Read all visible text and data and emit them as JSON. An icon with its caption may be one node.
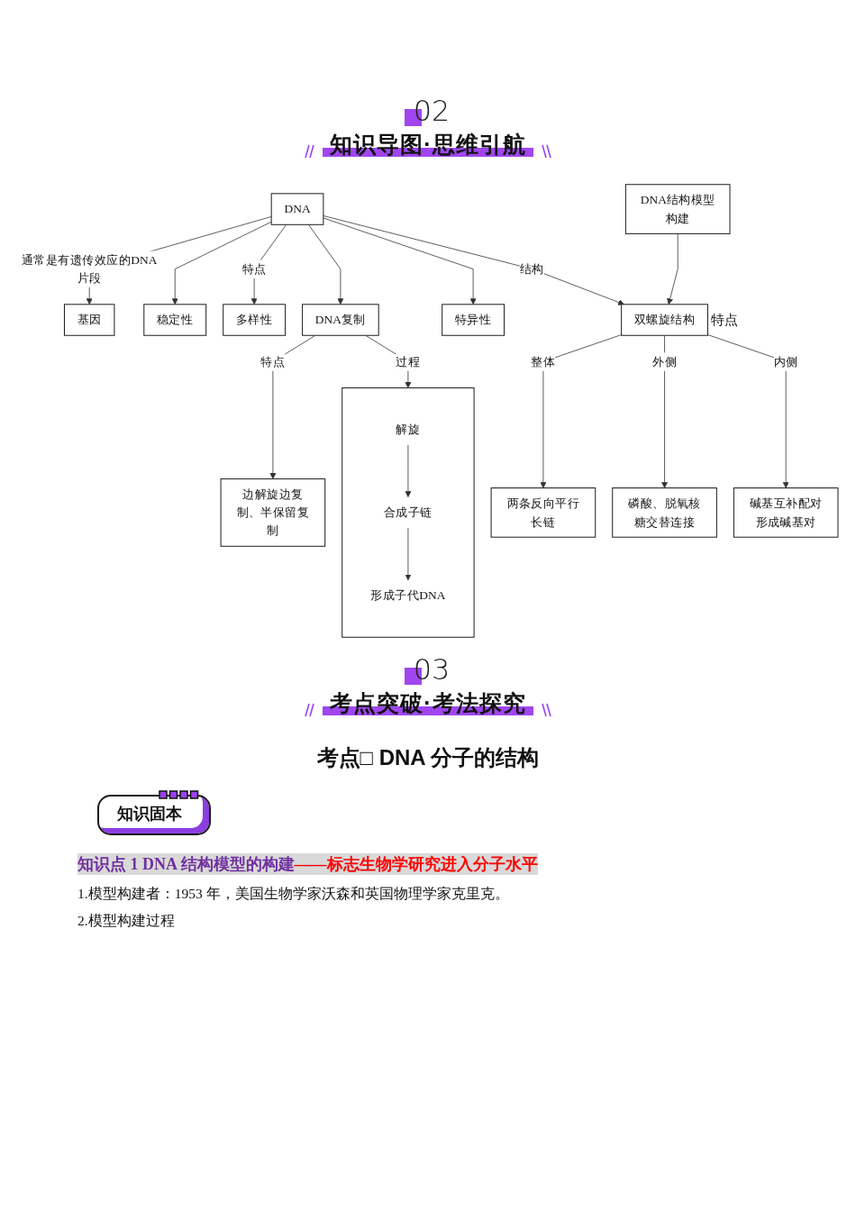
{
  "diagram": {
    "title": "知识导图·思维引航",
    "nodes": [
      {
        "text": [
          "基因"
        ]
      },
      {
        "text": [
          "边解旋边复制、半保留复制"
        ]
      },
      {
        "text": [
          "稳定性"
        ]
      },
      {
        "text": [
          "多样性"
        ]
      },
      {
        "text": [
          "DNA"
        ]
      },
      {
        "text": [
          "DNA复制"
        ]
      },
      {
        "text": [
          "特异性"
        ]
      },
      {
        "text": [
          "双螺旋结构"
        ]
      },
      {
        "text": [],
        "shape": "box"
      },
      {
        "text": [
          "解旋"
        ],
        "in": 8
      },
      {
        "text": [
          "合成子链"
        ],
        "in": 8
      },
      {
        "text": [
          "形成子代DNA"
        ],
        "in": 8
      },
      {
        "text": [
          "DNA结构模型构建"
        ]
      },
      {
        "text": [
          "两条反向平行长链"
        ]
      },
      {
        "text": [
          "磷酸、脱氧核糖交替连接"
        ]
      },
      {
        "text": [
          "碱基互补配对形成碱基对"
        ]
      }
    ],
    "edges": [
      {
        "from": 4,
        "to": 0,
        "arrow": "to",
        "label": "通常是有遗传效应的DNA片段"
      },
      {
        "from": 4,
        "to": 2,
        "arrow": "to"
      },
      {
        "from": 4,
        "to": 3,
        "arrow": "to",
        "label": "特点"
      },
      {
        "from": 4,
        "to": 6,
        "arrow": "to"
      },
      {
        "from": 4,
        "to": 5,
        "arrow": "to"
      },
      {
        "from": 5,
        "to": 1,
        "arrow": "to",
        "label": "特点"
      },
      {
        "from": 5,
        "to": 8,
        "arrow": "to",
        "label": "过程"
      },
      {
        "from": 9,
        "to": 10,
        "arrow": "to"
      },
      {
        "from": 10,
        "to": 11,
        "arrow": "to"
      },
      {
        "from": 4,
        "to": 7,
        "arrow": "to",
        "label": "结构"
      },
      {
        "from": 12,
        "to": 7,
        "arrow": "to"
      },
      {
        "from": 7,
        "to": 13,
        "arrow": "to",
        "label": "整体"
      },
      {
        "from": 7,
        "to": 14,
        "arrow": "to",
        "label": "外侧"
      },
      {
        "from": 7,
        "to": 15,
        "arrow": "to",
        "label": "内侧"
      }
    ],
    "labels": [
      "02",
      "特点",
      "03",
      "考点突破·考法探究",
      "考点□ DNA 分子的结构",
      "知识固本",
      "知识点 1 DNA 结构模型的构建",
      "——标志生物学研究进入分子水平",
      "1.模型构建者：1953 年，美国生物学家沃森和英国物理学家克里克。",
      "2.模型构建过程"
    ]
  }
}
